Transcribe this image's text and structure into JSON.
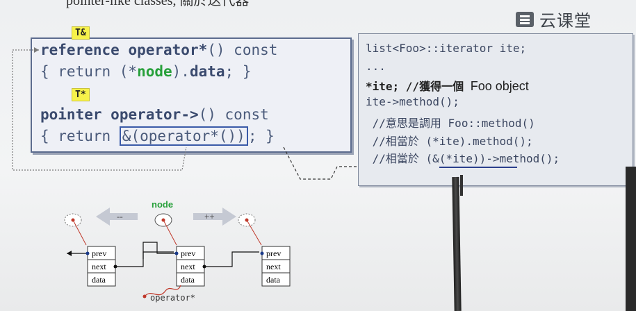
{
  "heading": "pointer-like classes, 關於迭代器",
  "brand": {
    "name": "云课堂"
  },
  "left_code": {
    "tag1": "T&",
    "tag2": "T*",
    "line1": {
      "kw": "reference",
      "op": "operator*",
      "rest": "() const"
    },
    "line2": {
      "pre": "{ return (*",
      "node": "node",
      "mid": ").",
      "data": "data",
      "end": "; }"
    },
    "line3": {
      "kw": "pointer",
      "op": "operator->",
      "rest": "() const"
    },
    "line4": {
      "pre": "{ return ",
      "boxed": "&(operator*())",
      "end": "; }"
    }
  },
  "right_code": {
    "l1": "list<Foo>::iterator ite;",
    "l2": "...",
    "l3a": "*ite; //獲得一個 ",
    "l3b": "Foo object",
    "l4": "ite->method();",
    "l5a": " //意思是調用 ",
    "l5b": "Foo::method()",
    "l6": " //相當於 (*ite).method();",
    "l7": " //相當於 (&(*ite))->method();"
  },
  "diagram": {
    "node_label": "node",
    "minus_label": "--",
    "plus_label": "++",
    "fields": [
      "prev",
      "next",
      "data"
    ],
    "operator_label": "operator*"
  },
  "colors": {
    "node_green": "#27a03a",
    "box_border": "#5c6c8e",
    "tag_yellow": "#f7f24a"
  }
}
